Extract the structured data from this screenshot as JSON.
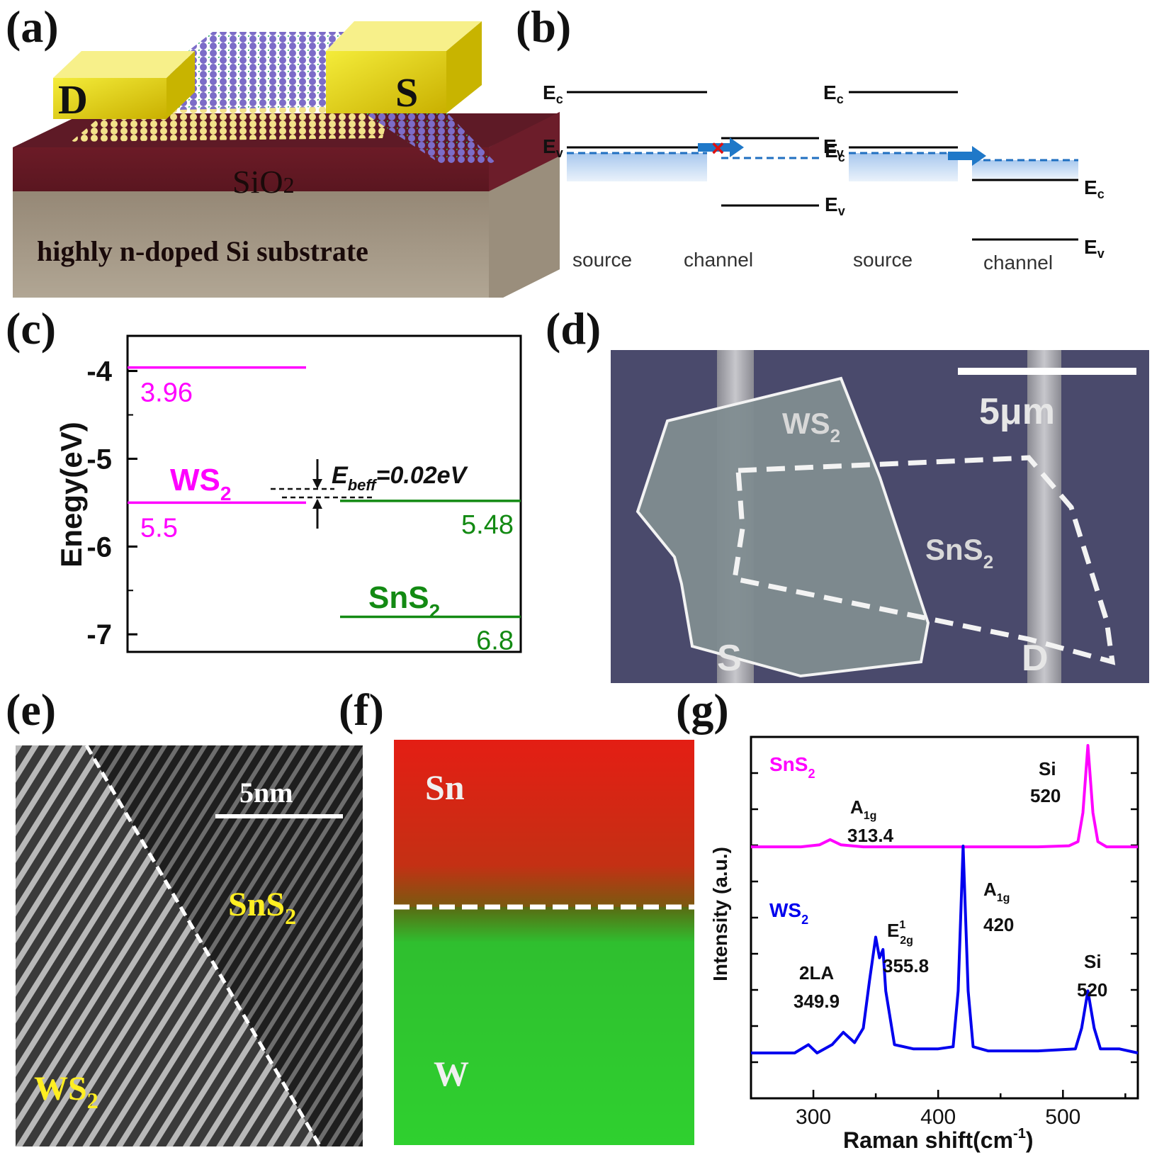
{
  "panels": {
    "a": {
      "label": "(a)",
      "drain": "D",
      "source": "S",
      "oxide_prefix": "SiO",
      "oxide_sub": "2",
      "substrate": "highly n-doped Si substrate"
    },
    "b": {
      "label": "(b)",
      "left": {
        "ec_source": "E",
        "ev_source": "E",
        "ec_channel": "E",
        "ev_channel": "E",
        "sub_c": "c",
        "sub_v": "v",
        "source_label": "source",
        "channel_label": "channel"
      },
      "right": {
        "ec_source": "E",
        "ev_source": "E",
        "ec_channel": "E",
        "ev_channel": "E",
        "sub_c": "c",
        "sub_v": "v",
        "source_label": "source",
        "channel_label": "channel"
      }
    },
    "c": {
      "label": "(c)",
      "ylabel": "Enegy(eV)",
      "ytick_labels": [
        "-4",
        "-5",
        "-6",
        "-7"
      ],
      "ws2_name": "WS",
      "ws2_sub": "2",
      "sns2_name": "SnS",
      "sns2_sub": "2",
      "ws2_cb_label": "3.96",
      "ws2_vb_label": "5.5",
      "sns2_cb_label": "5.48",
      "sns2_vb_label": "6.8",
      "ebeff_main": "E",
      "ebeff_sub": "beff",
      "ebeff_value": "=0.02eV",
      "ws2_color": "#ff00ff",
      "sns2_color": "#138a13"
    },
    "d": {
      "label": "(d)",
      "scale_bar": "5μm",
      "ws2_name": "WS",
      "ws2_sub": "2",
      "sns2_name": "SnS",
      "sns2_sub": "2",
      "source": "S",
      "drain": "D"
    },
    "e": {
      "label": "(e)",
      "scale_bar": "5nm",
      "sns2_name": "SnS",
      "sns2_sub": "2",
      "ws2_name": "WS",
      "ws2_sub": "2"
    },
    "f": {
      "label": "(f)",
      "top_element": "Sn",
      "bottom_element": "W",
      "top_color": "#e41e14",
      "bottom_color": "#2fd02f"
    },
    "g": {
      "label": "(g)",
      "xlabel_main": "Raman shift(cm",
      "xlabel_sup": "-1",
      "xlabel_end": ")",
      "ylabel": "Intensity (a.u.)",
      "sns2_name": "SnS",
      "sns2_sub": "2",
      "ws2_name": "WS",
      "ws2_sub": "2",
      "sns2_color": "#ff00ff",
      "ws2_color": "#0000ee",
      "annotations": {
        "a1g_sns2_main": "A",
        "a1g_sns2_sub": "1g",
        "a1g_sns2_value": "313.4",
        "si_top_name": "Si",
        "si_top_value": "520",
        "twola_name": "2LA",
        "twola_value": "349.9",
        "e2g_main": "E",
        "e2g_sup": "1",
        "e2g_sub": "2g",
        "e2g_value": "355.8",
        "a1g_ws2_main": "A",
        "a1g_ws2_sub": "1g",
        "a1g_ws2_value": "420",
        "si_bottom_name": "Si",
        "si_bottom_value": "520"
      }
    }
  },
  "chart_data": [
    {
      "type": "line",
      "panel": "c",
      "ylabel": "Enegy(eV)",
      "ylim": [
        -7.2,
        -3.6
      ],
      "yticks": [
        -4,
        -5,
        -6,
        -7
      ],
      "series": [
        {
          "name": "WS2",
          "levels": [
            -3.96,
            -5.5
          ]
        },
        {
          "name": "SnS2",
          "levels": [
            -5.48,
            -6.8
          ]
        }
      ]
    },
    {
      "type": "line",
      "panel": "g",
      "xlabel": "Raman shift(cm-1)",
      "ylabel": "Intensity (a.u.)",
      "xlim": [
        250,
        560
      ],
      "xticks": [
        300,
        400,
        500
      ],
      "series": [
        {
          "name": "SnS2",
          "x": [
            250,
            290,
            305,
            313.4,
            322,
            340,
            400,
            480,
            505,
            512,
            516,
            520,
            524,
            528,
            535,
            560
          ],
          "y": [
            0.02,
            0.02,
            0.04,
            0.09,
            0.04,
            0.02,
            0.02,
            0.02,
            0.03,
            0.07,
            0.35,
            1.0,
            0.35,
            0.07,
            0.02,
            0.02
          ]
        },
        {
          "name": "WS2",
          "x": [
            250,
            285,
            296,
            303,
            315,
            324,
            333,
            340,
            345,
            349.9,
            353,
            355.8,
            358,
            365,
            380,
            400,
            412,
            416,
            420,
            424,
            428,
            440,
            480,
            510,
            515,
            520,
            525,
            530,
            545,
            560
          ],
          "y": [
            0.0,
            0.0,
            0.04,
            0.0,
            0.04,
            0.1,
            0.05,
            0.12,
            0.35,
            0.56,
            0.46,
            0.5,
            0.3,
            0.04,
            0.02,
            0.02,
            0.03,
            0.3,
            1.0,
            0.3,
            0.03,
            0.01,
            0.01,
            0.02,
            0.12,
            0.3,
            0.12,
            0.02,
            0.02,
            0.0
          ]
        }
      ]
    }
  ]
}
